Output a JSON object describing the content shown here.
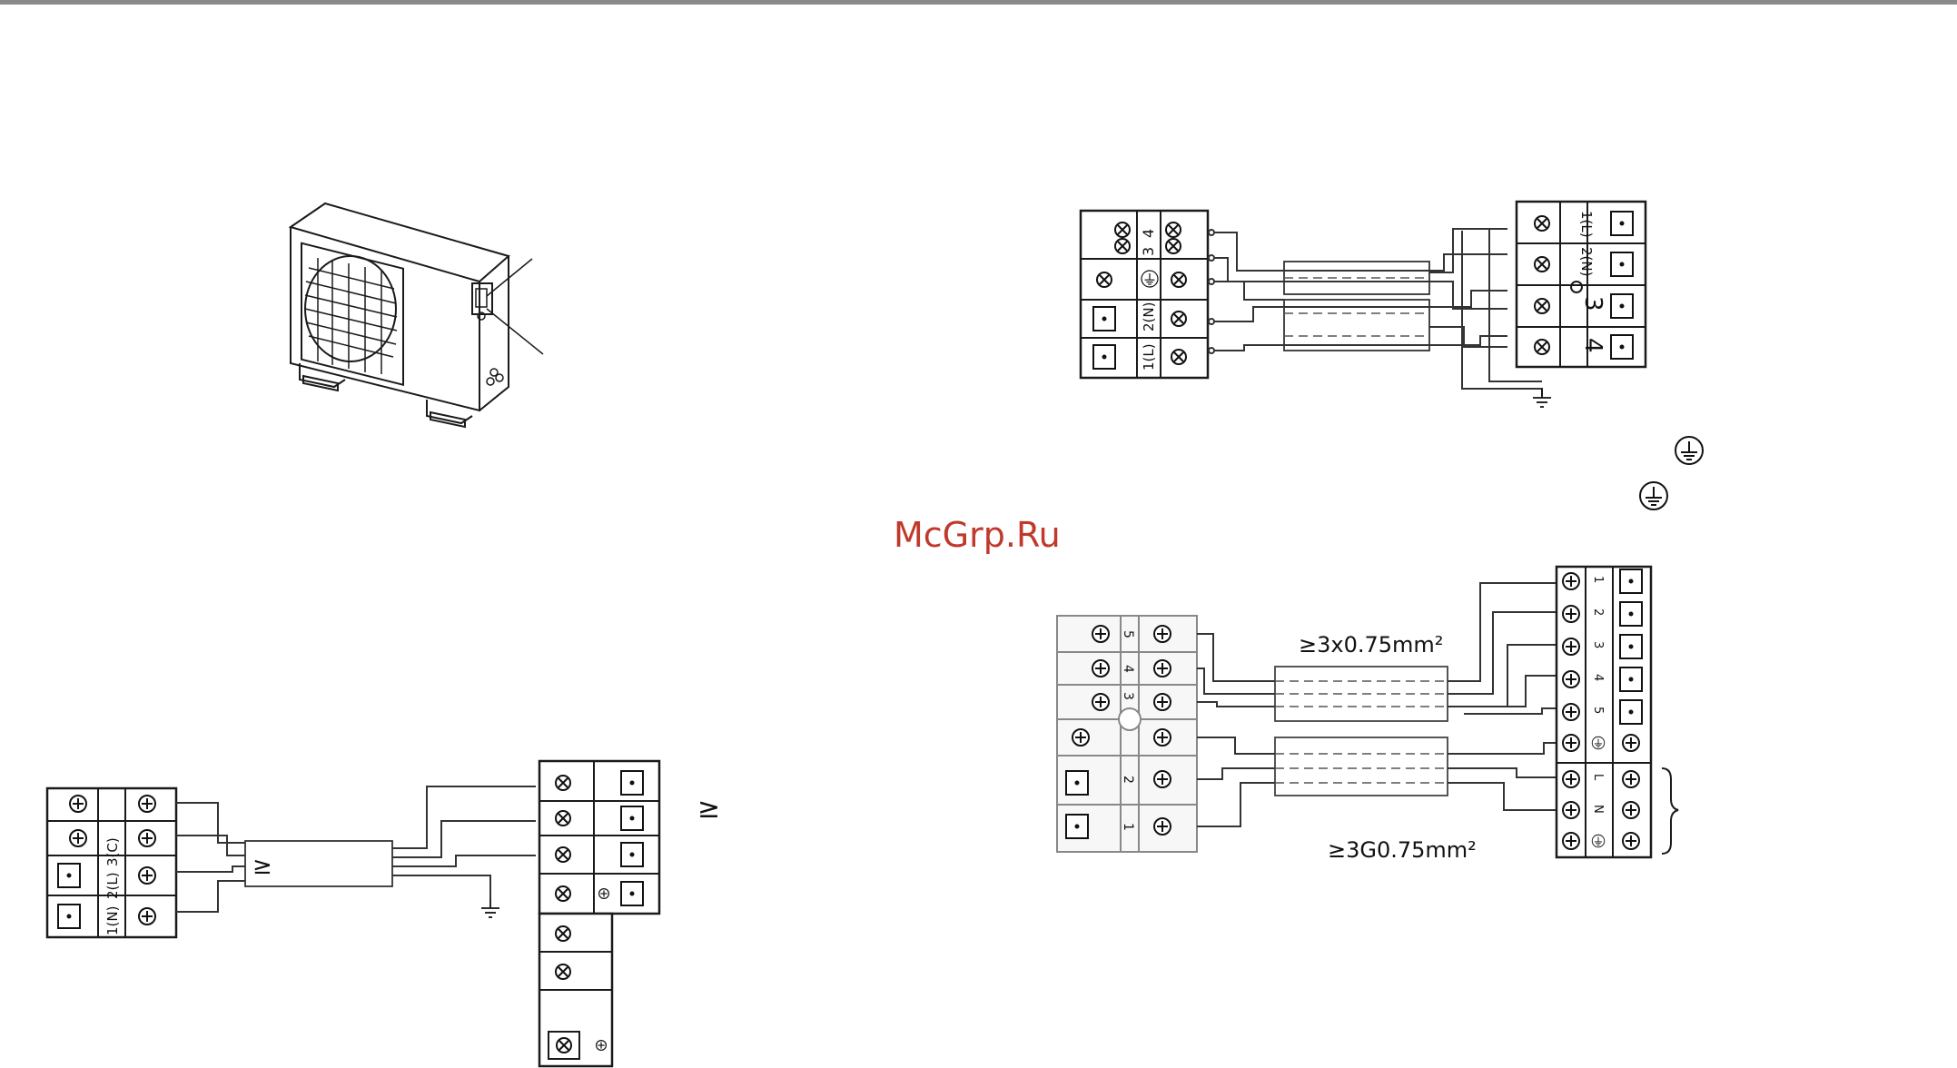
{
  "watermark": "McGrp.Ru",
  "top_right_diagram": {
    "left_block_labels": [
      "3",
      "4",
      "1(L)",
      "2(N)"
    ],
    "right_block_labels": [
      "1(L)",
      "2(N)",
      "3",
      "4"
    ]
  },
  "bottom_left_diagram": {
    "left_block_labels": [
      "1(N)",
      "2(L)",
      "3(C)"
    ],
    "ge_symbol_inline": "≥",
    "ge_symbol_right": "≥"
  },
  "bottom_right_diagram": {
    "left_block_numbers": [
      "5",
      "4",
      "3",
      "2",
      "1"
    ],
    "right_block_numbers": [
      "1",
      "2",
      "3",
      "4",
      "5"
    ],
    "right_block_power": [
      "L",
      "N"
    ],
    "cable_upper": "≥3x0.75mm²",
    "cable_lower": "≥3G0.75mm²"
  },
  "icons": [
    "outdoor-unit-icon",
    "ground-symbol-icon",
    "terminal-screw-icon",
    "cross-screw-icon",
    "brace-icon"
  ]
}
